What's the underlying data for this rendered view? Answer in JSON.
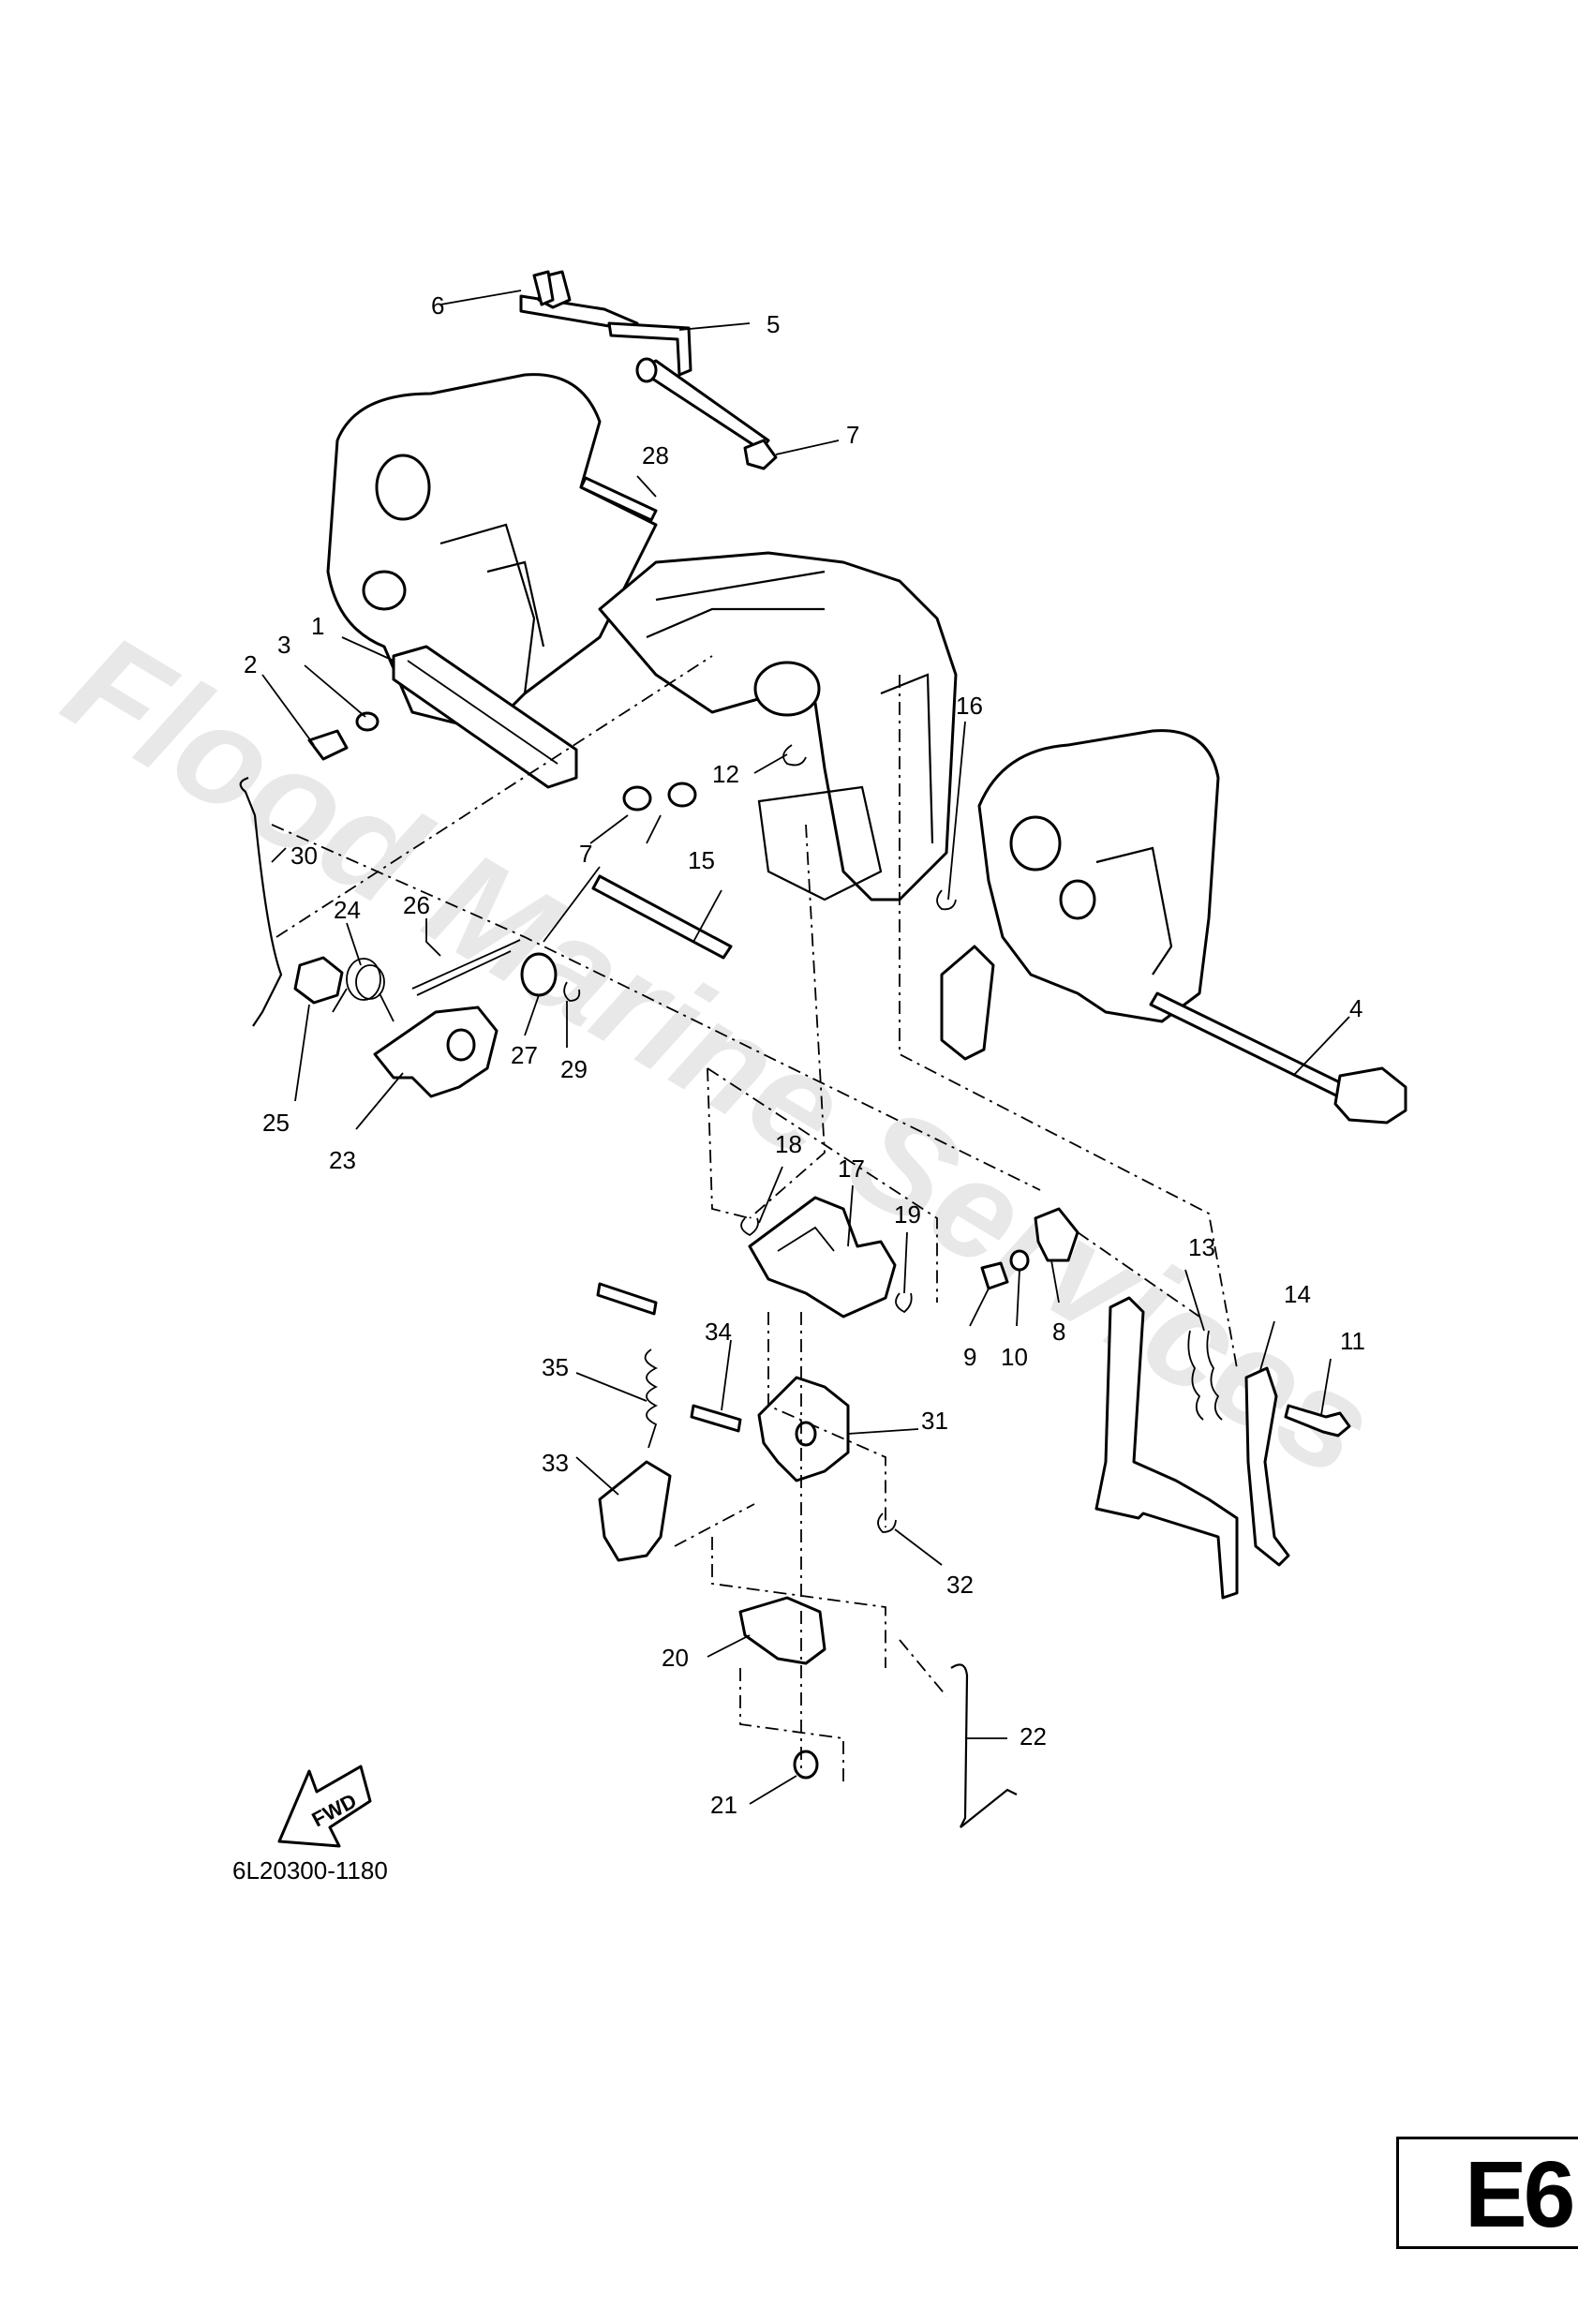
{
  "watermark": "Flood Marine Services",
  "fwd_label": "FWD",
  "figure_code": "6L20300-1180",
  "page_code": "E6",
  "callouts": [
    "1",
    "2",
    "3",
    "4",
    "5",
    "6",
    "7",
    "7",
    "8",
    "9",
    "10",
    "11",
    "12",
    "13",
    "14",
    "15",
    "16",
    "17",
    "18",
    "19",
    "20",
    "21",
    "22",
    "23",
    "24",
    "25",
    "26",
    "27",
    "28",
    "29",
    "30",
    "31",
    "32",
    "33",
    "34",
    "35"
  ],
  "colors": {
    "ink": "#000000",
    "paper": "#ffffff",
    "watermark": "#e8e8e8"
  }
}
